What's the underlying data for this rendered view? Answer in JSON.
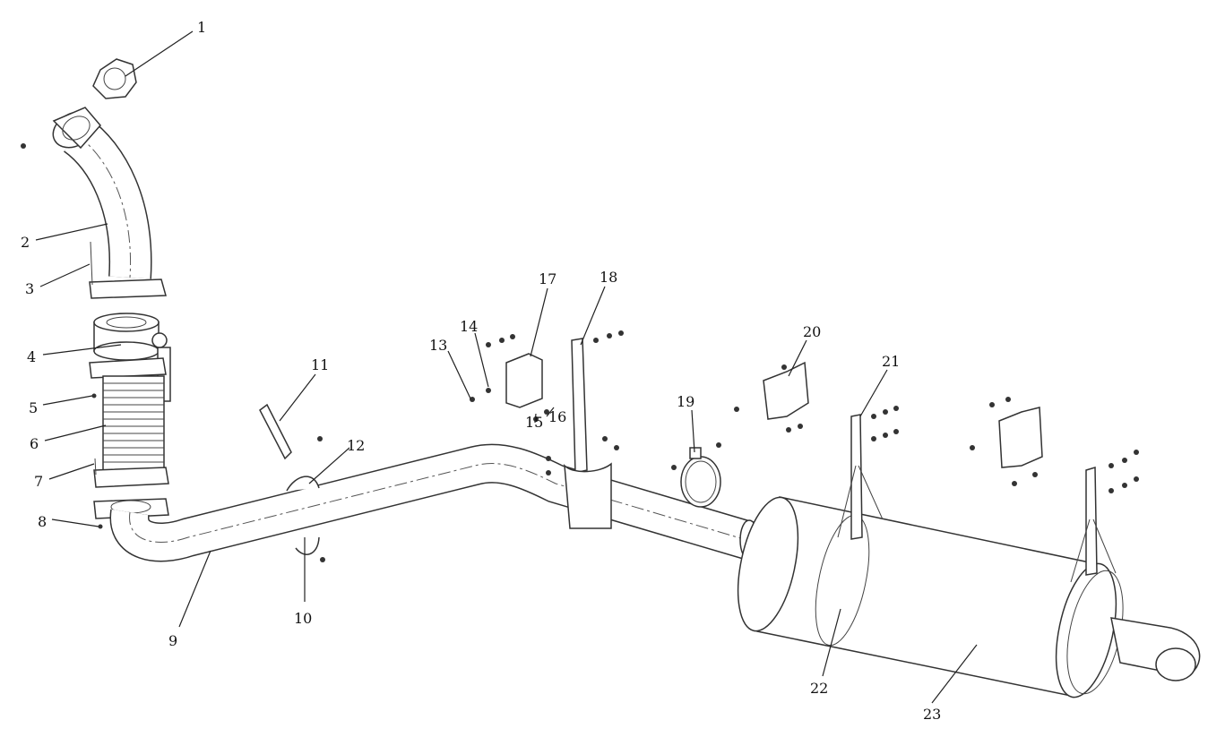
{
  "diagram": {
    "type": "exploded-parts-view",
    "callouts": [
      "1",
      "2",
      "3",
      "4",
      "5",
      "6",
      "7",
      "8",
      "9",
      "10",
      "11",
      "12",
      "13",
      "14",
      "15",
      "16",
      "17",
      "18",
      "19",
      "20",
      "21",
      "22",
      "23"
    ]
  }
}
